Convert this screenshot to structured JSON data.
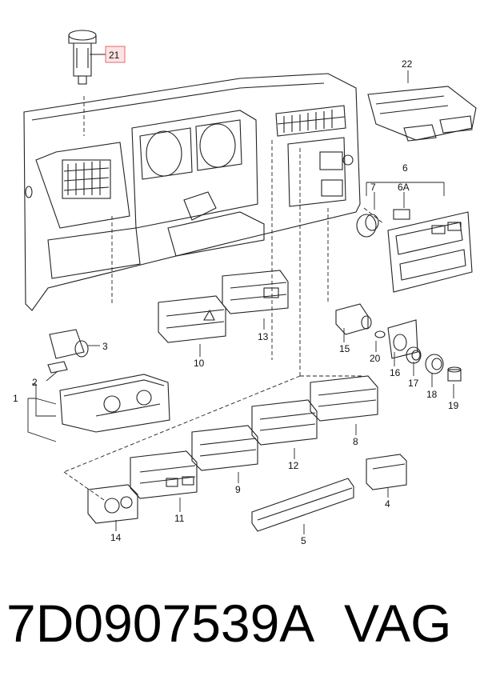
{
  "footer": {
    "part_number": "7D0907539A",
    "brand": "VAG"
  },
  "highlight_color": "#e06b6b",
  "callouts": [
    "21",
    "22",
    "6",
    "7",
    "6A",
    "3",
    "2",
    "1",
    "13",
    "10",
    "15",
    "20",
    "16",
    "17",
    "18",
    "19",
    "8",
    "12",
    "9",
    "11",
    "14",
    "4",
    "5"
  ]
}
